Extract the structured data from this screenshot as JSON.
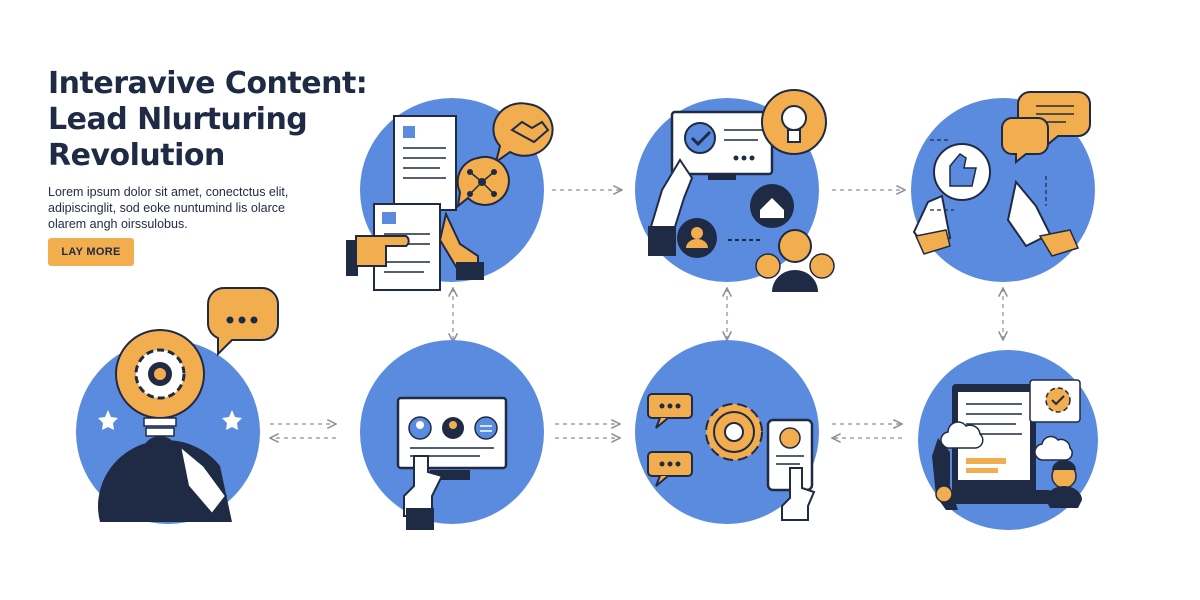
{
  "hero": {
    "title_lines": [
      "Interavive Content:",
      "Lead  Nlurturing",
      "Revolution"
    ],
    "body_lines": [
      "Lorem ipsum dolor sit amet, conectctus elit,",
      "adipiscinglit, sod eoke nuntumind lis olarce",
      "olarem angh oirssulobus."
    ],
    "cta_label": "LAY MORE"
  },
  "colors": {
    "circle_blue": "#5b8bdf",
    "accent_orange": "#f2ad4e",
    "navy": "#1f2a44",
    "arrow_gray": "#8a8f99"
  },
  "diagram": {
    "nodes": [
      {
        "id": "document-review",
        "icons": [
          "document-icon",
          "handshake-icon",
          "network-icon",
          "pointing-hand-icon"
        ]
      },
      {
        "id": "monitor-insight",
        "icons": [
          "monitor-checkmark-icon",
          "lightbulb-icon",
          "home-icon",
          "user-icon",
          "person-group-icon"
        ]
      },
      {
        "id": "touch-feedback",
        "icons": [
          "chat-bubble-icon",
          "thumbs-up-icon",
          "touch-hand-icon"
        ]
      },
      {
        "id": "idea-gear",
        "icons": [
          "lightbulb-gear-icon",
          "ellipsis-chat-icon",
          "person-icon",
          "star-icon"
        ]
      },
      {
        "id": "screen-profiles",
        "icons": [
          "monitor-icon",
          "profile-icon",
          "touch-hand-icon"
        ]
      },
      {
        "id": "gear-phone",
        "icons": [
          "gear-icon",
          "chat-bubble-icon",
          "phone-icon"
        ]
      },
      {
        "id": "tablet-worker",
        "icons": [
          "tablet-icon",
          "verified-badge-icon",
          "person-icon"
        ]
      }
    ],
    "connections": [
      {
        "from": "document-review",
        "to": "monitor-insight",
        "style": "dashed",
        "direction": "right"
      },
      {
        "from": "monitor-insight",
        "to": "touch-feedback",
        "style": "dashed",
        "direction": "right"
      },
      {
        "from": "idea-gear",
        "to": "screen-profiles",
        "style": "dashed",
        "direction": "both"
      },
      {
        "from": "screen-profiles",
        "to": "gear-phone",
        "style": "dashed",
        "direction": "right"
      },
      {
        "from": "gear-phone",
        "to": "tablet-worker",
        "style": "dashed",
        "direction": "both"
      },
      {
        "from": "document-review",
        "to": "screen-profiles",
        "style": "dashed",
        "direction": "both"
      },
      {
        "from": "monitor-insight",
        "to": "gear-phone",
        "style": "dashed",
        "direction": "both"
      },
      {
        "from": "touch-feedback",
        "to": "tablet-worker",
        "style": "dashed",
        "direction": "both"
      }
    ]
  }
}
